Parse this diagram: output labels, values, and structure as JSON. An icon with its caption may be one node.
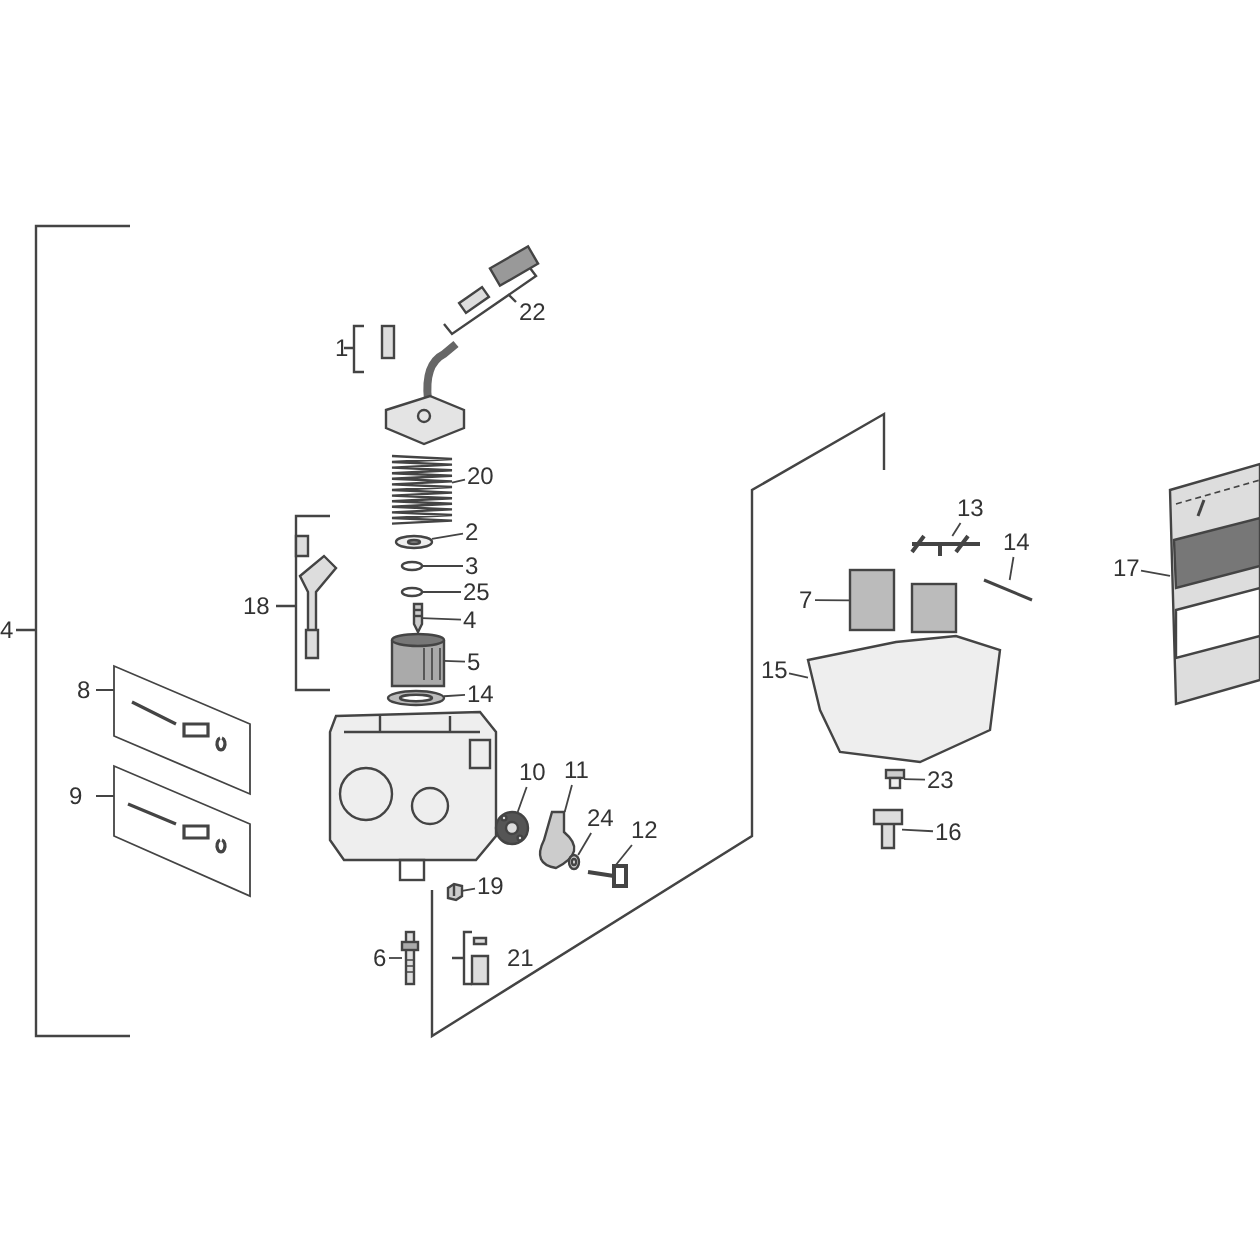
{
  "diagram": {
    "nodes": [
      {
        "text": [
          "20"
        ]
      },
      {
        "text": [
          "2"
        ]
      },
      {
        "text": [
          "3"
        ]
      },
      {
        "text": [
          "25"
        ]
      },
      {
        "text": [
          "4"
        ]
      },
      {
        "text": [
          "5"
        ]
      },
      {
        "text": [
          "14"
        ]
      },
      {
        "text": [
          "10"
        ]
      },
      {
        "text": [
          "11"
        ]
      },
      {
        "text": [
          "24"
        ]
      },
      {
        "text": [
          "12"
        ]
      },
      {
        "text": [
          "19"
        ]
      },
      {
        "text": [
          "6"
        ]
      },
      {
        "text": [
          "13"
        ]
      },
      {
        "text": [
          "14"
        ]
      },
      {
        "text": [
          "7"
        ]
      },
      {
        "text": [
          "15"
        ]
      },
      {
        "text": [
          "23"
        ]
      },
      {
        "text": [
          "16"
        ]
      },
      {
        "text": [
          "17"
        ]
      },
      {
        "text": [],
        "shape": "picture"
      },
      {
        "text": [],
        "shape": "picture"
      },
      {
        "text": [],
        "shape": "picture"
      },
      {
        "text": [],
        "shape": "picture"
      },
      {
        "text": [],
        "shape": "picture"
      },
      {
        "text": [],
        "shape": "picture"
      },
      {
        "text": [],
        "shape": "picture"
      },
      {
        "text": [],
        "shape": "picture"
      },
      {
        "text": [],
        "shape": "picture"
      },
      {
        "text": [],
        "shape": "picture"
      },
      {
        "text": [],
        "shape": "picture"
      },
      {
        "text": [],
        "shape": "picture"
      },
      {
        "text": [],
        "shape": "picture"
      },
      {
        "text": [],
        "shape": "picture"
      },
      {
        "text": [],
        "shape": "picture"
      },
      {
        "text": [],
        "shape": "picture"
      },
      {
        "text": [],
        "shape": "picture"
      },
      {
        "text": [],
        "shape": "picture"
      },
      {
        "text": [],
        "shape": "picture"
      },
      {
        "text": [],
        "shape": "picture"
      }
    ],
    "edges": [
      {
        "from": 0,
        "to": 20,
        "arrow": "none"
      },
      {
        "from": 1,
        "to": 21,
        "arrow": "none"
      },
      {
        "from": 2,
        "to": 22,
        "arrow": "none"
      },
      {
        "from": 3,
        "to": 23,
        "arrow": "none"
      },
      {
        "from": 4,
        "to": 24,
        "arrow": "none"
      },
      {
        "from": 5,
        "to": 25,
        "arrow": "none"
      },
      {
        "from": 6,
        "to": 26,
        "arrow": "none"
      },
      {
        "from": 7,
        "to": 27,
        "arrow": "none"
      },
      {
        "from": 8,
        "to": 28,
        "arrow": "none"
      },
      {
        "from": 9,
        "to": 29,
        "arrow": "none"
      },
      {
        "from": 10,
        "to": 30,
        "arrow": "none"
      },
      {
        "from": 11,
        "to": 31,
        "arrow": "none"
      },
      {
        "from": 12,
        "to": 32,
        "arrow": "none"
      },
      {
        "from": 13,
        "to": 33,
        "arrow": "none"
      },
      {
        "from": 14,
        "to": 34,
        "arrow": "none"
      },
      {
        "from": 15,
        "to": 35,
        "arrow": "none"
      },
      {
        "from": 16,
        "to": 36,
        "arrow": "none"
      },
      {
        "from": 17,
        "to": 37,
        "arrow": "none"
      },
      {
        "from": 18,
        "to": 38,
        "arrow": "none"
      },
      {
        "from": 19,
        "to": 39,
        "arrow": "none"
      }
    ],
    "labels": [
      "22",
      "1",
      "18",
      "4",
      "8",
      "9",
      "21"
    ]
  }
}
